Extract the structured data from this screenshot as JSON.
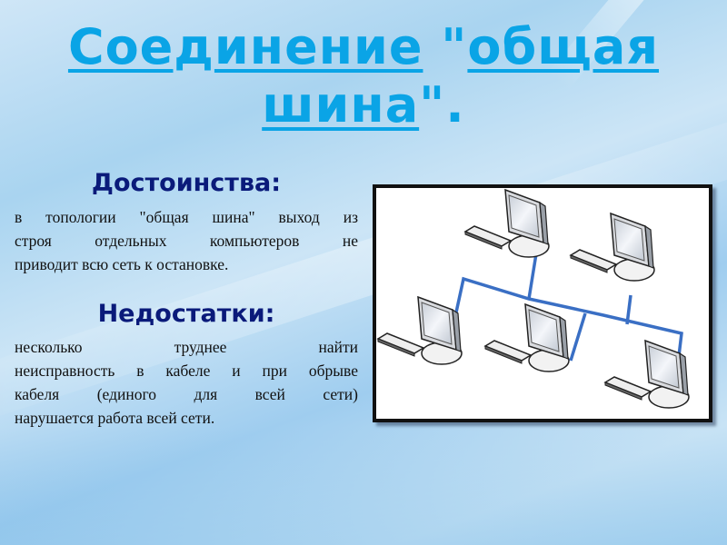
{
  "slide": {
    "title": {
      "parts": [
        "Соед",
        "инение",
        " \"",
        "общая",
        " ",
        "шина",
        "\"."
      ],
      "full": "Соединение \"общая шина\"."
    },
    "advantages": {
      "heading": "Достоинства:",
      "lines": [
        "в топологии \"общая шина\" выход из",
        "строя отдельных компьютеров не",
        "приводит всю сеть к остановке."
      ]
    },
    "disadvantages": {
      "heading": "Недостатки:",
      "lines": [
        "несколько труднее найти",
        "неисправность в кабеле и при обрыве",
        "кабеля (единого для всей сети)",
        "нарушается работа всей сети."
      ]
    },
    "diagram": {
      "description": "bus-topology-network",
      "computer_count": 5,
      "bus_color": "#3a6fc4"
    },
    "colors": {
      "title": "#0aa4e6",
      "headings": "#0a1a7a",
      "body_text": "#111111"
    }
  }
}
